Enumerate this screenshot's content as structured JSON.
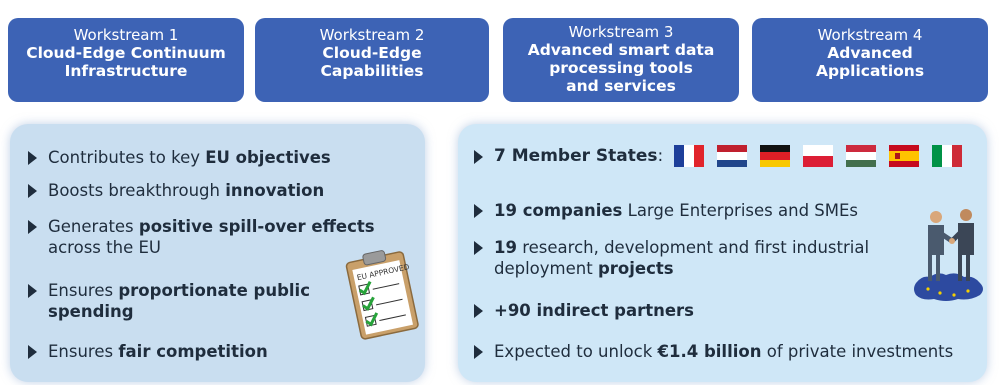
{
  "workstreams": [
    {
      "number": "Workstream 1",
      "title_line1": "Cloud-Edge Continuum",
      "title_line2": "Infrastructure",
      "title_line3": ""
    },
    {
      "number": "Workstream 2",
      "title_line1": "Cloud-Edge",
      "title_line2": "Capabilities",
      "title_line3": ""
    },
    {
      "number": "Workstream 3",
      "title_line1": "Advanced smart data",
      "title_line2": "processing tools",
      "title_line3": "and services"
    },
    {
      "number": "Workstream 4",
      "title_line1": "Advanced",
      "title_line2": "Applications",
      "title_line3": ""
    }
  ],
  "left_panel": {
    "bullets": [
      {
        "pre": "Contributes to key ",
        "bold": "EU objectives",
        "post": "",
        "line2": ""
      },
      {
        "pre": "Boosts breakthrough ",
        "bold": "innovation",
        "post": "",
        "line2": ""
      },
      {
        "pre": "Generates ",
        "bold": "positive spill-over effects",
        "post": "",
        "line2": "across the EU"
      },
      {
        "pre": "Ensures ",
        "bold": "proportionate public",
        "post": "",
        "line2": "spending"
      },
      {
        "pre": "Ensures ",
        "bold": "fair competition",
        "post": "",
        "line2": ""
      }
    ],
    "clipboard_label": "EU APPROVED",
    "clipboard_icon": "clipboard-checklist-icon"
  },
  "right_panel": {
    "member_states": {
      "bold": "7 Member States",
      "post": ":"
    },
    "flags": [
      "France",
      "Netherlands",
      "Germany",
      "Poland",
      "Hungary",
      "Spain",
      "Italy"
    ],
    "bullets": [
      {
        "pre": "",
        "bold": "19 companies",
        "post": " Large Enterprises and SMEs",
        "line2": ""
      },
      {
        "pre": "",
        "bold": "19",
        "post": " research, development and first industrial",
        "line2_pre": "deployment ",
        "line2_bold": "projects"
      },
      {
        "pre": "",
        "bold": "+90 indirect partners",
        "post": ""
      },
      {
        "pre": "Expected to unlock ",
        "bold": "€1.4 billion",
        "post": " of private investments"
      }
    ],
    "handshake_icon": "handshake-europe-icon"
  },
  "colors": {
    "workstream_box": "#3d63b5",
    "left_panel": "#c9def0",
    "right_panel": "#cfe7f7",
    "text": "#1f2d3d"
  }
}
